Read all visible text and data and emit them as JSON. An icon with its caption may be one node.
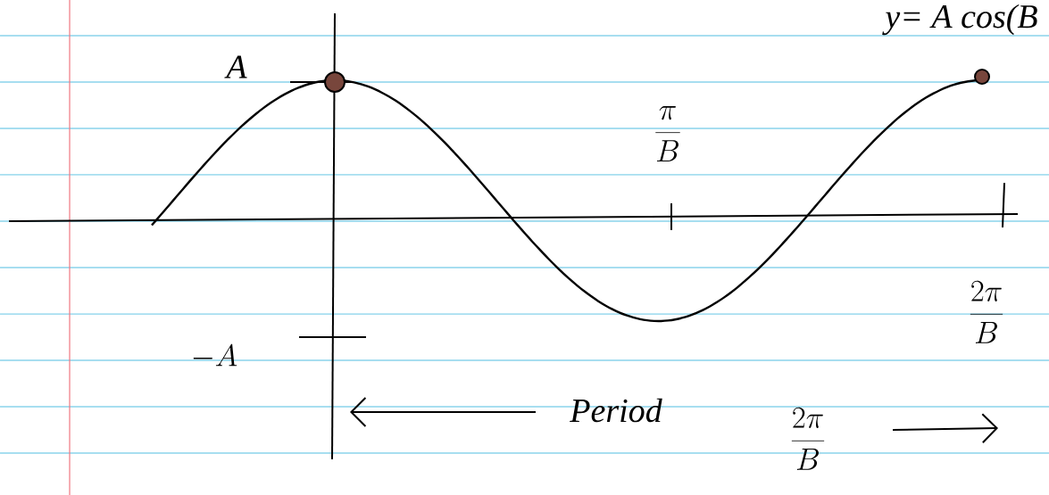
{
  "diagram": {
    "labels": [
      "y= A cos(B",
      "A",
      "\\frac{\\pi}{B}",
      "\\frac{2\\pi}{B}",
      "-A",
      "Period",
      "\\frac{2\\pi}{B}"
    ]
  }
}
